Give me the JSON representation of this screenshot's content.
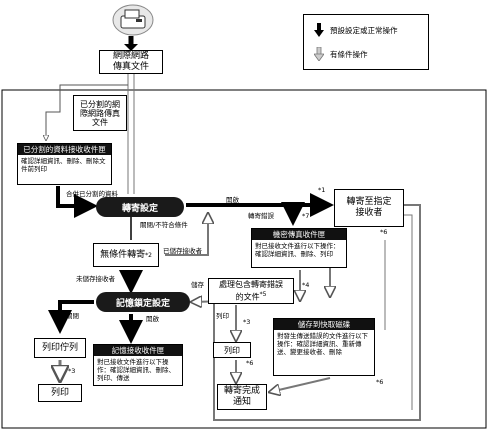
{
  "source": {
    "line1": "網際網路",
    "line2": "傳真文件"
  },
  "split_note": {
    "line1": "已分割的網",
    "line2": "際網路傳真",
    "line3": "文件"
  },
  "split_inbox": {
    "title": "已分割的資料接收收件匣",
    "body": "確認詳細資訊、刪除、刪除文件前列印"
  },
  "merge_label": "合併已分割的資料",
  "forward_setting": "轉寄設定",
  "open_label_1": "開啟",
  "close_label": "關閉/不符合條件",
  "forward_error": "轉寄錯誤",
  "conditional_forward": {
    "label": "無條件轉寄",
    "mark": "*2"
  },
  "saved_recipient": "已儲存接收者",
  "unsaved_recipient": "未儲存接收者",
  "memory_lock": "記憶鎖定設定",
  "close_label_2": "關閉",
  "open_label_2": "開啟",
  "print_queue": "列印佇列",
  "print": "列印",
  "mark_3": "*3",
  "memory_inbox": {
    "title": "記憶接收收件匣",
    "body": "對已接收文件進行以下操作：確認詳細資訊、刪除、列印、傳送"
  },
  "include_error": {
    "line1": "處理包含轉寄錯誤",
    "line2": "的文件",
    "mark": "*5"
  },
  "save_label": "儲存",
  "print_label_small": "列印",
  "mark_3b": "*3",
  "print_box": "列印",
  "mark_6a": "*6",
  "forward_done": {
    "line1": "轉寄完成",
    "line2": "通知"
  },
  "forward_to": {
    "line1": "轉寄至指定",
    "line2": "接收者"
  },
  "mark_1": "*1",
  "mark_7": "*7",
  "mark_6b": "*6",
  "mark_4": "*4",
  "mark_6c": "*6",
  "confidential_inbox": {
    "title": "機密傳真收件匣",
    "body": "對已接收文件進行以下操作：確認詳細資訊、刪除、列印"
  },
  "storage_disk": {
    "title": "儲存到快取磁碟",
    "body": "對發生傳送錯誤的文件進行以下操作：確認詳細資訊、重新傳送、變更接收者、刪除"
  },
  "legend": {
    "solid": "預設設定或正常操作",
    "hollow": "有條件操作"
  },
  "colors": {
    "solid": "#000000",
    "hollow": "#9a9a9a",
    "pill": "#1a1a1a"
  }
}
